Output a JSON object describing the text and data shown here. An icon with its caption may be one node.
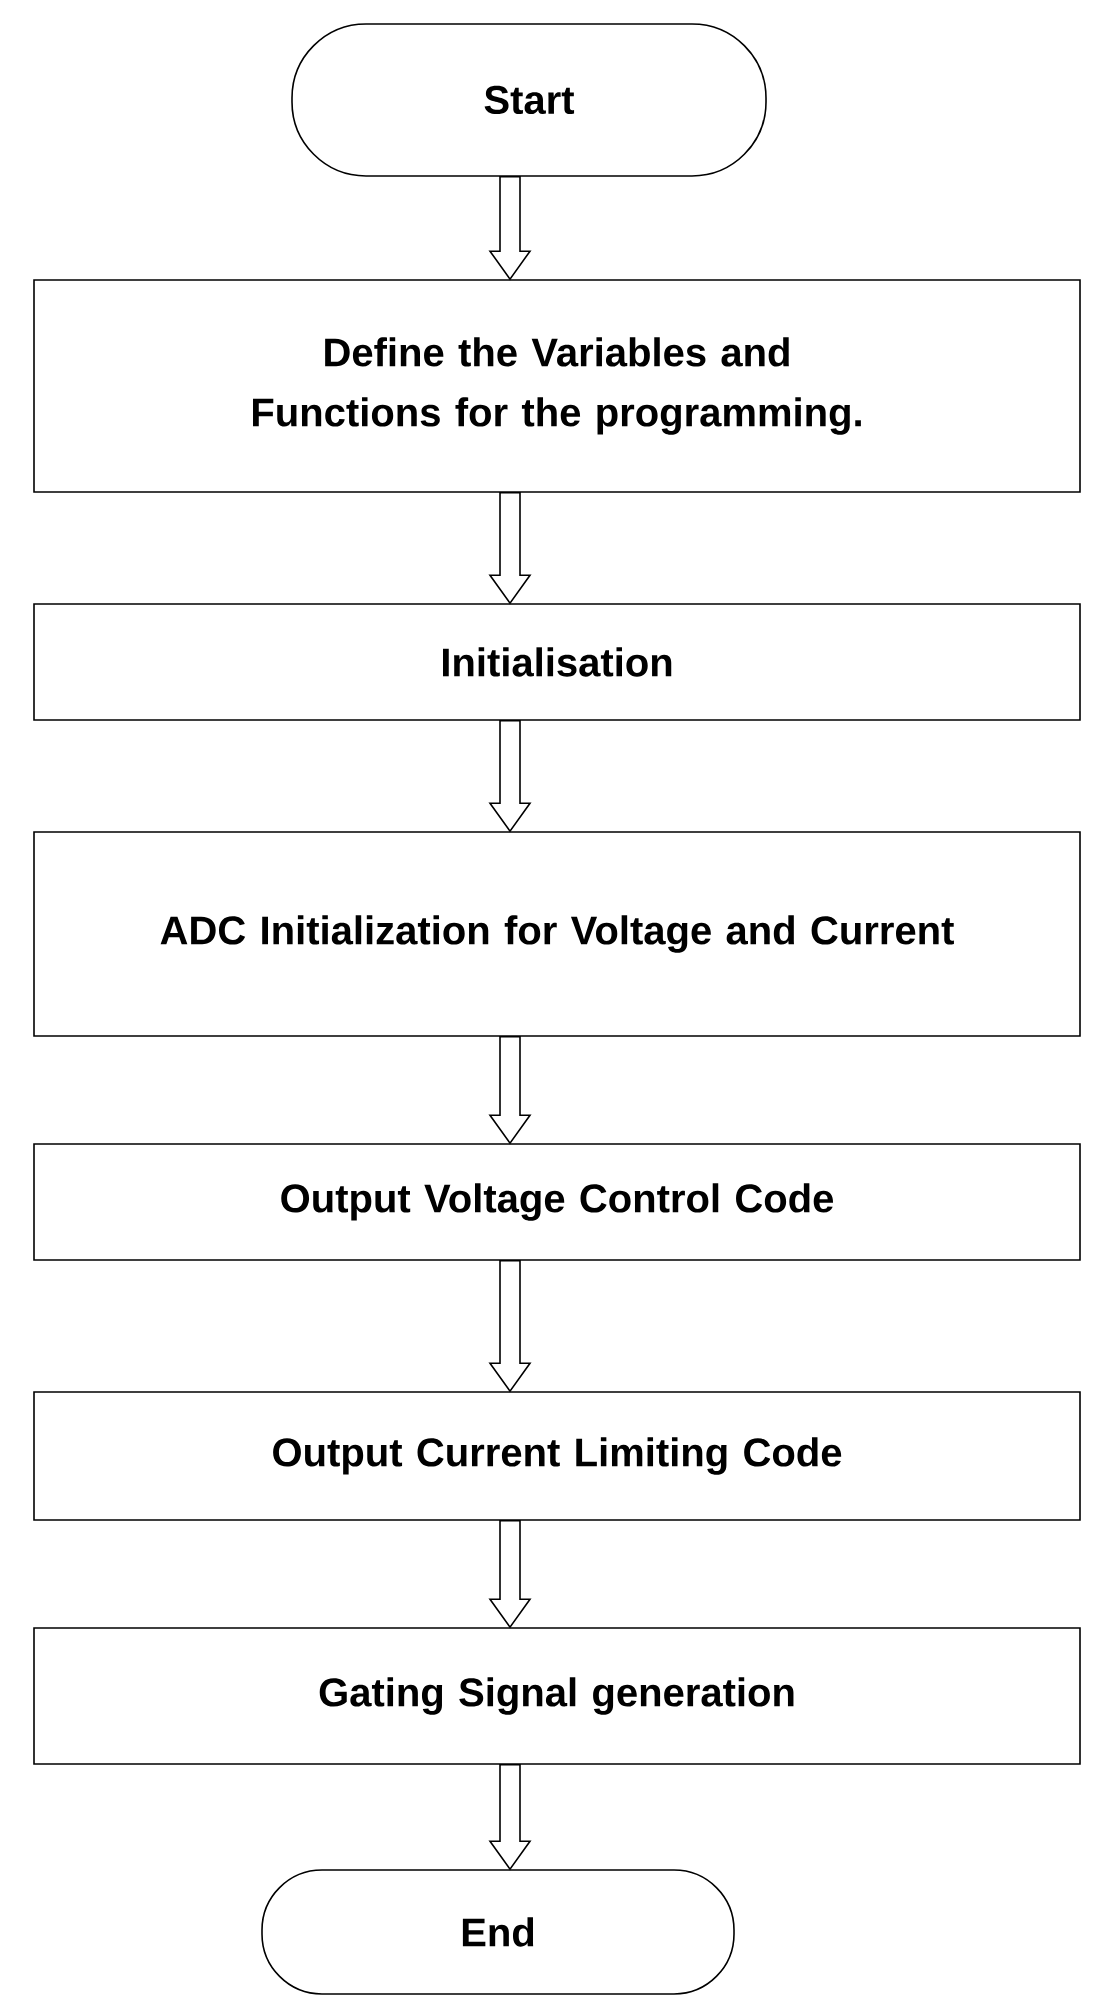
{
  "diagram": {
    "nodes": [
      {
        "text": [
          "Start"
        ]
      },
      {
        "text": [
          "Define the Variables and Functions for the programming."
        ]
      },
      {
        "text": [
          "Initialisation"
        ]
      },
      {
        "text": [
          "ADC Initialization for Voltage and Current"
        ]
      },
      {
        "text": [
          "Output Voltage Control Code"
        ]
      },
      {
        "text": [
          "Output Current Limiting Code"
        ]
      },
      {
        "text": [
          "Gating Signal generation"
        ]
      },
      {
        "text": [
          "End"
        ]
      }
    ],
    "edges": [
      {
        "from": 0,
        "to": 1,
        "arrow": "to"
      },
      {
        "from": 1,
        "to": 2,
        "arrow": "to"
      },
      {
        "from": 2,
        "to": 3,
        "arrow": "to"
      },
      {
        "from": 3,
        "to": 4,
        "arrow": "to"
      },
      {
        "from": 4,
        "to": 5,
        "arrow": "to"
      },
      {
        "from": 5,
        "to": 6,
        "arrow": "to"
      },
      {
        "from": 6,
        "to": 7,
        "arrow": "to"
      }
    ]
  }
}
